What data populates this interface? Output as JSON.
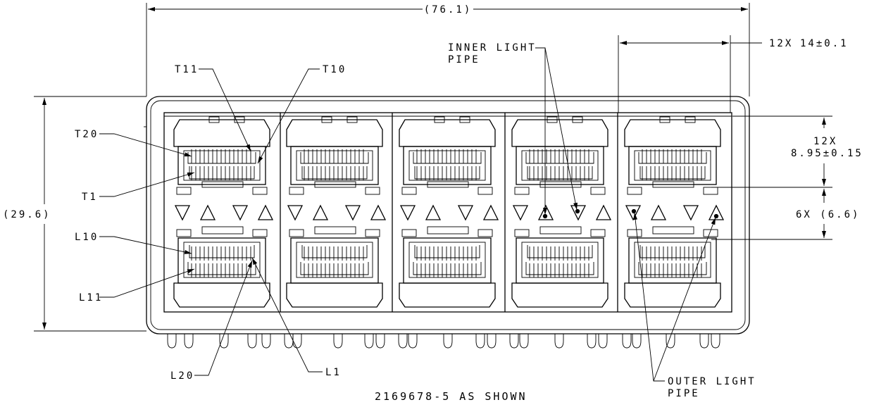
{
  "dimensions": {
    "overall_width": "(76.1)",
    "height": "(29.6)",
    "port_count_pitch": "12X",
    "pitch_value": "14±0.1",
    "top_port_count": "12X",
    "top_port_value": "8.95±0.15",
    "pipe_height": "6X (6.6)"
  },
  "callouts": {
    "t11": "T11",
    "t10": "T10",
    "t20": "T20",
    "t1": "T1",
    "l10": "L10",
    "l11": "L11",
    "l20": "L20",
    "l1": "L1",
    "inner_light_pipe_1": "INNER LIGHT",
    "inner_light_pipe_2": "PIPE",
    "outer_light_pipe_1": "OUTER LIGHT",
    "outer_light_pipe_2": "PIPE"
  },
  "caption": "2169678-5 AS SHOWN"
}
